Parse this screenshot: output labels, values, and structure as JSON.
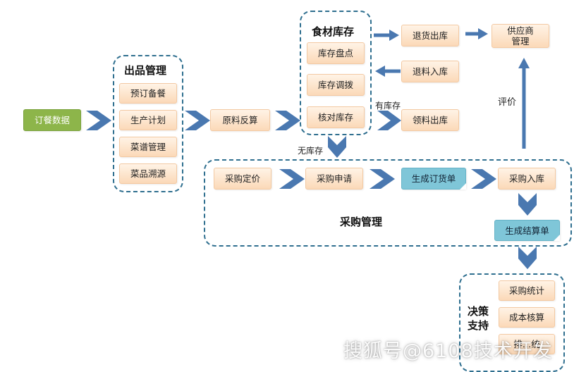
{
  "groups": {
    "product": "出品管理",
    "inventory": "食材库存",
    "purchase": "采购管理",
    "decision": "决策\n支持"
  },
  "nodes": {
    "order_data": "订餐数据",
    "reserve": "预订备餐",
    "production_plan": "生产计划",
    "menu_mgmt": "菜谱管理",
    "dish_trace": "菜品溯源",
    "material_calc": "原料反算",
    "stock_count": "库存盘点",
    "stock_transfer": "库存调拨",
    "check_stock": "核对库存",
    "return_out": "退货出库",
    "return_in": "退料入库",
    "requisition_out": "领料出库",
    "supplier_mgmt": "供应商\n管理",
    "purchase_price": "采购定价",
    "purchase_request": "采购申请",
    "gen_order": "生成订货单",
    "purchase_in": "采购入库",
    "gen_settlement": "生成结算单",
    "purchase_stats": "采购统计",
    "cost_accounting": "成本核算",
    "partial_hidden": "排…统"
  },
  "labels": {
    "in_stock": "有库存",
    "no_stock": "无库存",
    "evaluate": "评价"
  },
  "watermark": "搜狐号@6108技术开发",
  "colors": {
    "node_fill": "#fbd9b8",
    "green": "#8db54a",
    "blue": "#7fc6d8",
    "arrow": "#4a78b0",
    "border": "#2f6f8f"
  }
}
